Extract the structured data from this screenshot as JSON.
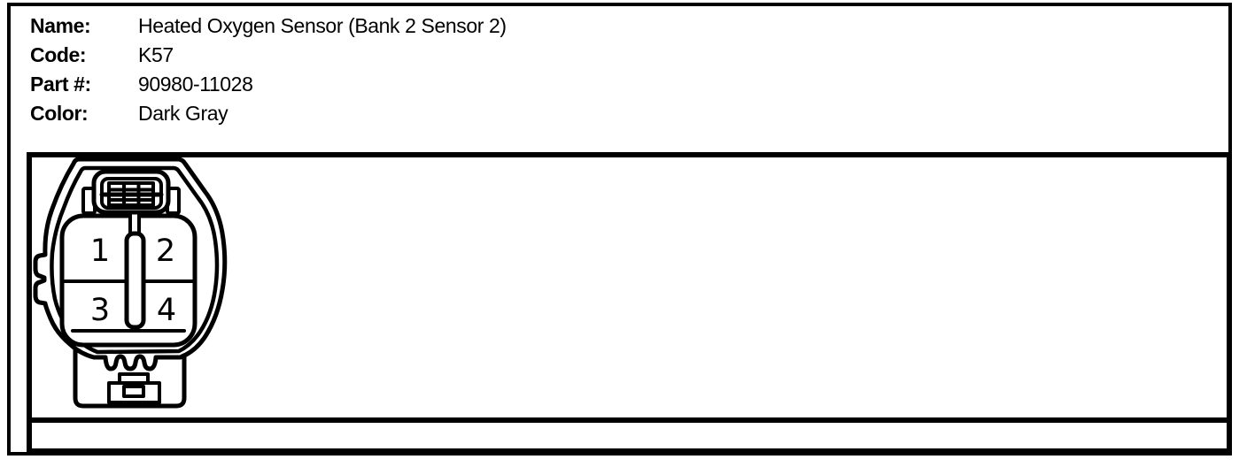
{
  "document": {
    "fields": [
      {
        "label": "Name:",
        "value": "Heated Oxygen Sensor (Bank 2 Sensor 2)"
      },
      {
        "label": "Code:",
        "value": "K57"
      },
      {
        "label": "Part #:",
        "value": "90980-11028"
      },
      {
        "label": "Color:",
        "value": "Dark Gray"
      }
    ]
  },
  "connector": {
    "pin_count": 4,
    "pins": [
      "1",
      "2",
      "3",
      "4"
    ]
  },
  "colors": {
    "ink": "#000000",
    "paper": "#ffffff"
  }
}
